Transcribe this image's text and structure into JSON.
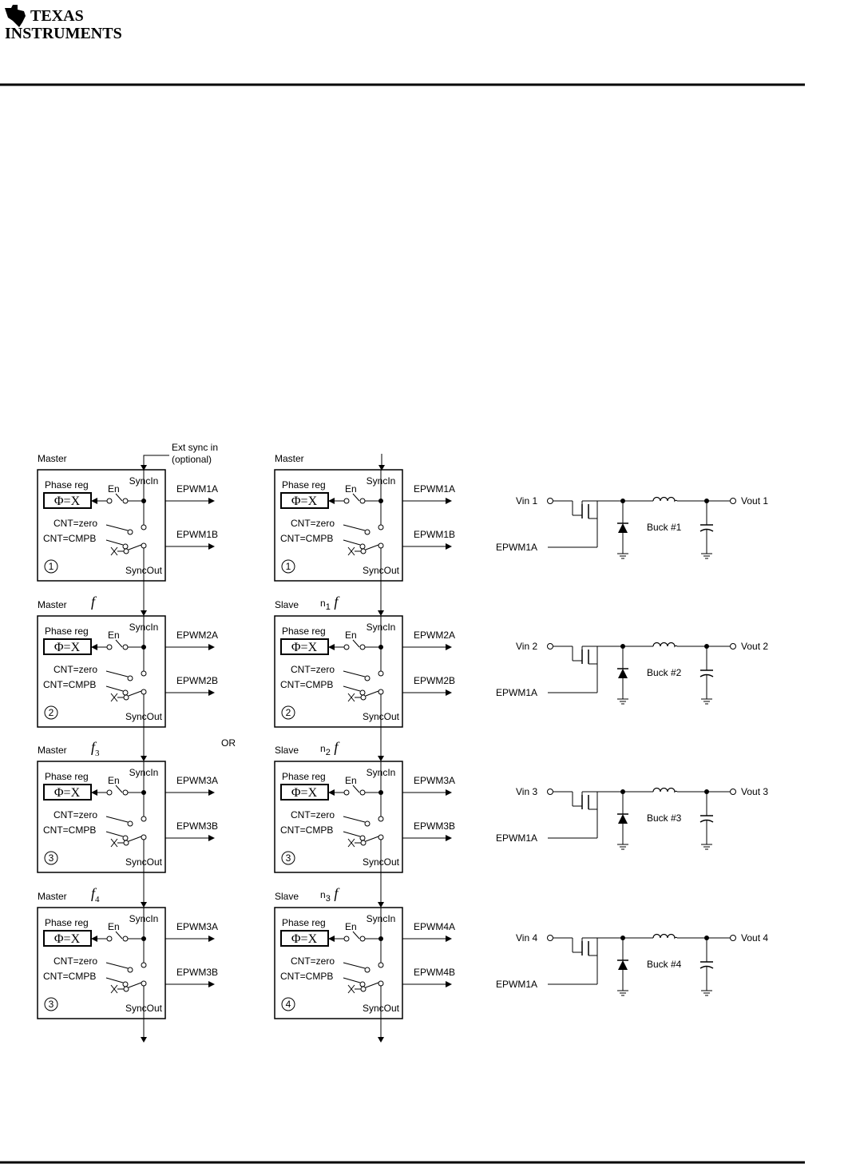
{
  "header": {
    "logo_line1": "TEXAS",
    "logo_line2": "INSTRUMENTS"
  },
  "ext_sync": {
    "line1": "Ext sync in",
    "line2": "(optional)"
  },
  "or_label": "OR",
  "block_text": {
    "phase_reg": "Phase reg",
    "phi": "Φ=X",
    "en": "En",
    "sync_in": "SyncIn",
    "cnt_zero": "CNT=zero",
    "cnt_cmpb": "CNT=CMPB",
    "sync_out": "SyncOut"
  },
  "left_column": [
    {
      "role": "Master",
      "freq": "",
      "freq_sub": "",
      "out_a": "EPWM1A",
      "out_b": "EPWM1B",
      "num": "1"
    },
    {
      "role": "Master",
      "freq": "f",
      "freq_sub": "",
      "out_a": "EPWM2A",
      "out_b": "EPWM2B",
      "num": "2"
    },
    {
      "role": "Master",
      "freq": "f",
      "freq_sub": "3",
      "out_a": "EPWM3A",
      "out_b": "EPWM3B",
      "num": "3"
    },
    {
      "role": "Master",
      "freq": "f",
      "freq_sub": "4",
      "out_a": "EPWM3A",
      "out_b": "EPWM3B",
      "num": "3"
    }
  ],
  "right_column": [
    {
      "role": "Master",
      "freq_pre": "",
      "freq_sub": "",
      "freq": "",
      "out_a": "EPWM1A",
      "out_b": "EPWM1B",
      "num": "1"
    },
    {
      "role": "Slave",
      "freq_pre": "n",
      "freq_sub": "1",
      "freq": "f",
      "out_a": "EPWM2A",
      "out_b": "EPWM2B",
      "num": "2"
    },
    {
      "role": "Slave",
      "freq_pre": "n",
      "freq_sub": "2",
      "freq": "f",
      "out_a": "EPWM3A",
      "out_b": "EPWM3B",
      "num": "3"
    },
    {
      "role": "Slave",
      "freq_pre": "n",
      "freq_sub": "3",
      "freq": "f",
      "out_a": "EPWM4A",
      "out_b": "EPWM4B",
      "num": "4"
    }
  ],
  "bucks": [
    {
      "vin": "Vin 1",
      "vout": "Vout 1",
      "label": "Buck #1",
      "drive": "EPWM1A"
    },
    {
      "vin": "Vin 2",
      "vout": "Vout 2",
      "label": "Buck #2",
      "drive": "EPWM1A"
    },
    {
      "vin": "Vin 3",
      "vout": "Vout 3",
      "label": "Buck #3",
      "drive": "EPWM1A"
    },
    {
      "vin": "Vin 4",
      "vout": "Vout 4",
      "label": "Buck #4",
      "drive": "EPWM1A"
    }
  ]
}
